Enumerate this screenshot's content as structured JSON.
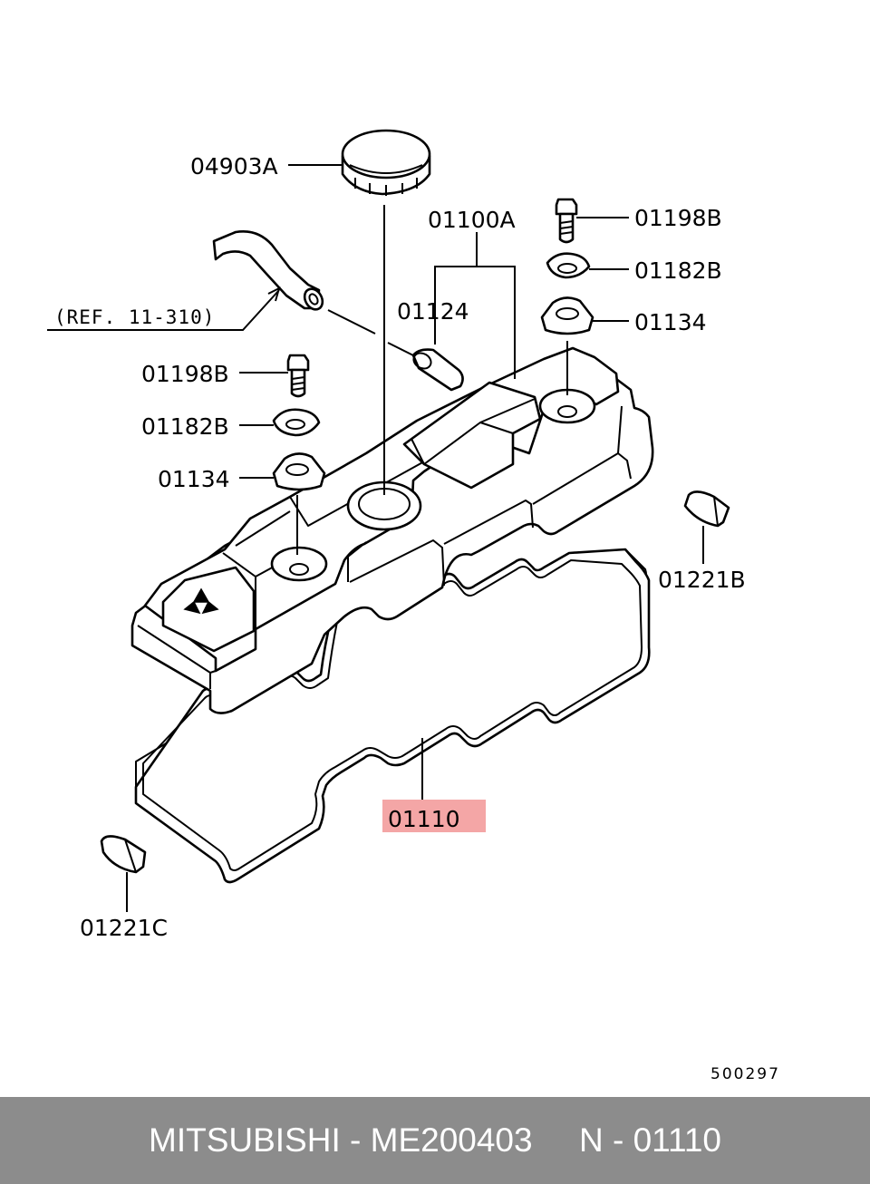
{
  "labels": {
    "cap": "04903A",
    "cover_assy": "01100A",
    "bolt_top": "01198B",
    "washer_top": "01182B",
    "grommet_top": "01134",
    "hose_ref": "(REF. 11-310)",
    "fitting": "01124",
    "bolt_left": "01198B",
    "washer_left": "01182B",
    "grommet_left": "01134",
    "plug_right": "01221B",
    "gasket": "01110",
    "plug_left": "01221C",
    "diagram_code": "500297"
  },
  "colors": {
    "highlight": "#f4a6a6",
    "footer_bg": "#8c8c8c",
    "footer_text": "#ffffff"
  },
  "footer": {
    "text": "MITSUBISHI - ME200403     N - 01110"
  }
}
